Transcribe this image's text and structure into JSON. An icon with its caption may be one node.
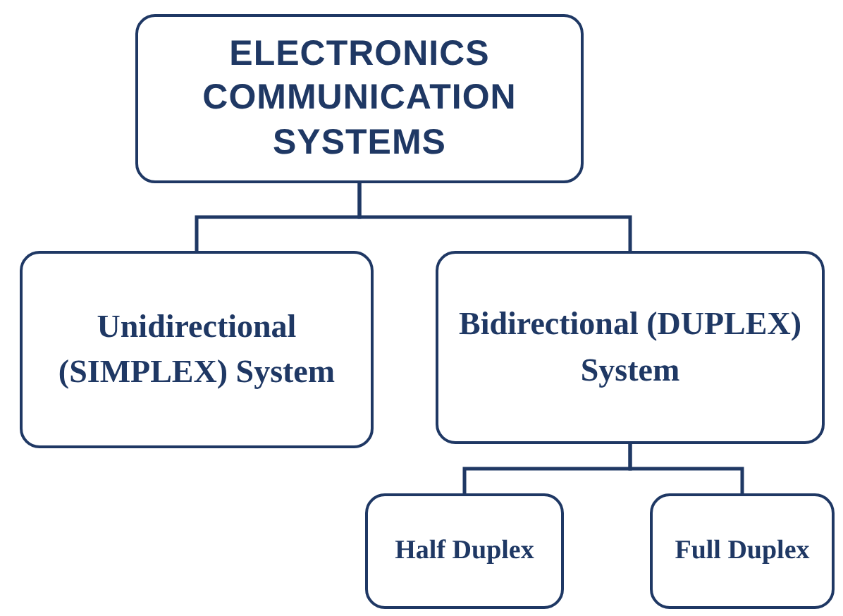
{
  "diagram": {
    "nodes": [
      {
        "text": [
          "ELECTRONICS COMMUNICATION SYSTEMS"
        ]
      },
      {
        "text": [
          "Unidirectional (SIMPLEX) System"
        ]
      },
      {
        "text": [
          "Bidirectional (DUPLEX) System"
        ]
      },
      {
        "text": [
          "Half Duplex"
        ]
      },
      {
        "text": [
          "Full Duplex"
        ]
      }
    ],
    "edges": [
      {
        "from": 0,
        "to": 1,
        "arrow": "none"
      },
      {
        "from": 0,
        "to": 2,
        "arrow": "none"
      },
      {
        "from": 2,
        "to": 3,
        "arrow": "none"
      },
      {
        "from": 2,
        "to": 4,
        "arrow": "none"
      }
    ]
  }
}
